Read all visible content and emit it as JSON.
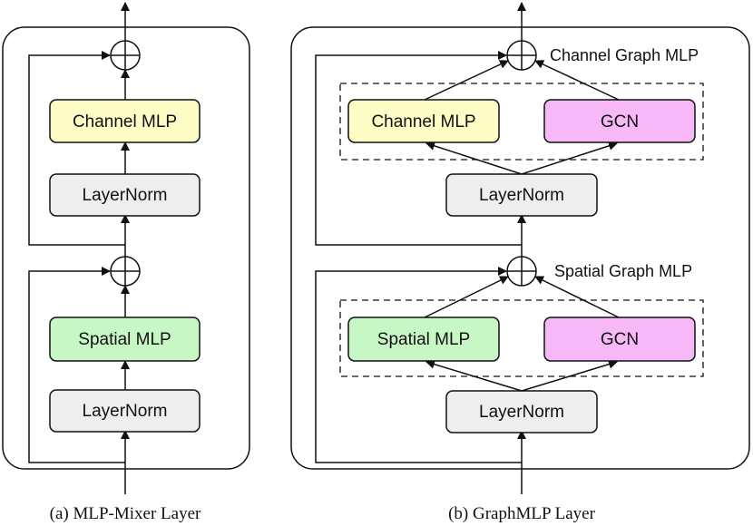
{
  "panel_a": {
    "blocks": {
      "channel_mlp": "Channel MLP",
      "layernorm_top": "LayerNorm",
      "spatial_mlp": "Spatial MLP",
      "layernorm_bottom": "LayerNorm"
    },
    "caption": "(a) MLP-Mixer Layer"
  },
  "panel_b": {
    "blocks": {
      "channel_mlp": "Channel MLP",
      "gcn_top": "GCN",
      "layernorm_top": "LayerNorm",
      "spatial_mlp": "Spatial MLP",
      "gcn_bottom": "GCN",
      "layernorm_bottom": "LayerNorm"
    },
    "labels": {
      "channel_graph_mlp": "Channel Graph MLP",
      "spatial_graph_mlp": "Spatial Graph MLP"
    },
    "caption": "(b) GraphMLP Layer"
  },
  "colors": {
    "channel_fill": "#fefdc6",
    "spatial_fill": "#c8f7c6",
    "gcn_fill": "#f7b8f8",
    "layernorm_fill": "#eeeeee",
    "stroke": "#111111"
  }
}
